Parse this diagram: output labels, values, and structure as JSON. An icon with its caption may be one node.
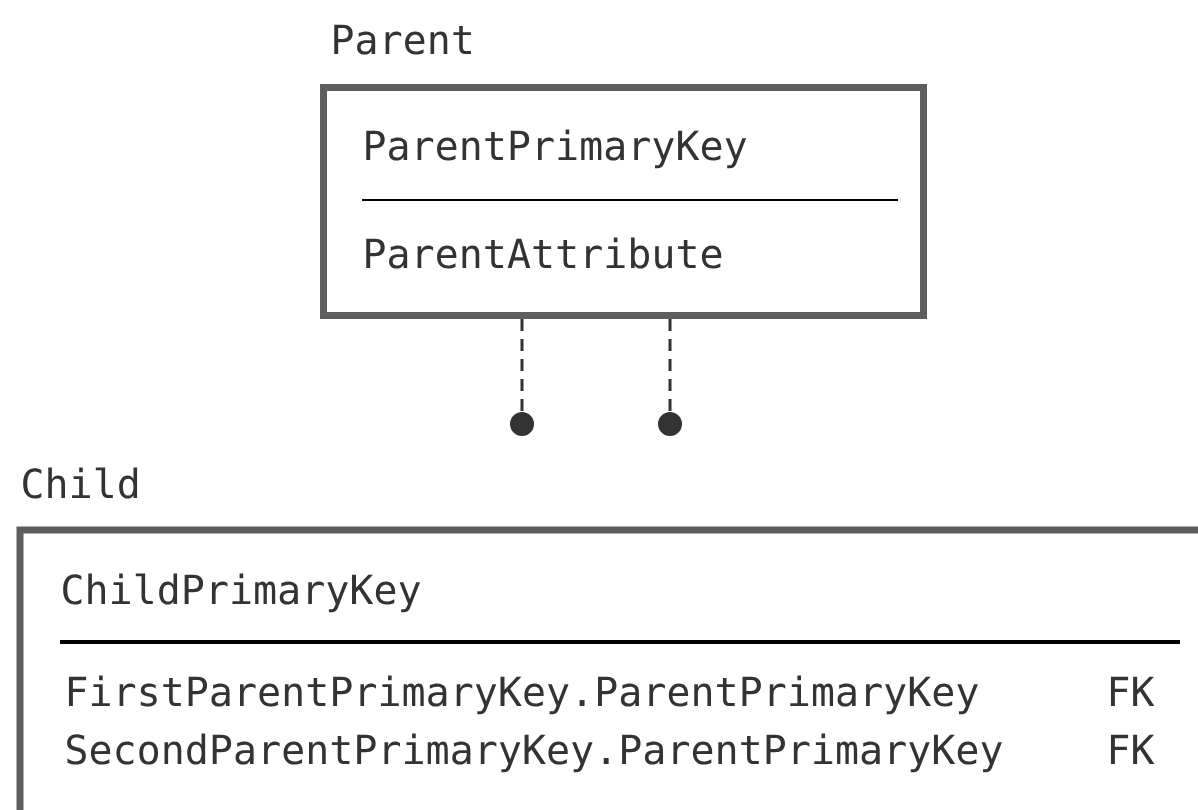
{
  "diagram": {
    "nodes": [
      {
        "text": [
          "Parent",
          "ParentPrimaryKey",
          "ParentAttribute"
        ]
      },
      {
        "text": [
          "Child",
          "ChildPrimaryKey",
          "FirstParentPrimaryKey.ParentPrimaryKey",
          "FK",
          "SecondParentPrimaryKey.ParentPrimaryKey",
          "FK"
        ]
      }
    ],
    "edges": [
      {
        "from": 0,
        "to": 1,
        "arrow": "other",
        "style": "dashed"
      },
      {
        "from": 0,
        "to": 1,
        "arrow": "other",
        "style": "dashed"
      }
    ]
  }
}
